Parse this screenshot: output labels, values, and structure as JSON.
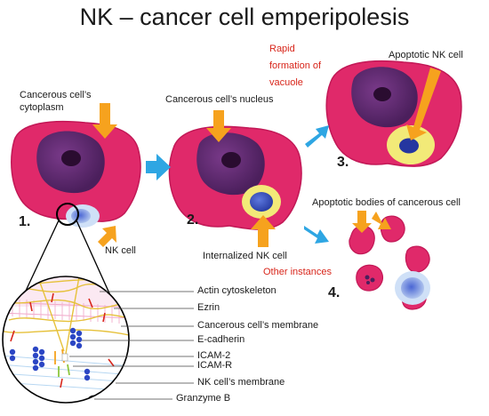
{
  "title": "NK – cancer cell emperipolesis",
  "labels": {
    "cytoplasm_line1": "Cancerous cell’s",
    "cytoplasm_line2": "cytoplasm",
    "nucleus": "Cancerous cell’s nucleus",
    "vacuole_line1": "Rapid",
    "vacuole_line2": "formation of",
    "vacuole_line3": "vacuole",
    "apoptotic_nk": "Apoptotic NK cell",
    "nk_cell": "NK cell",
    "internalized_nk": "Internalized NK cell",
    "apoptotic_bodies": "Apoptotic bodies of cancerous cell",
    "other_instances": "Other instances"
  },
  "steps": [
    "1.",
    "2.",
    "3.",
    "4."
  ],
  "legend": [
    "Actin cytoskeleton",
    "Ezrin",
    "Cancerous cell’s membrane",
    "E-cadherin",
    "ICAM-2",
    "ICAM-R",
    "NK cell’s membrane",
    "Granzyme B"
  ],
  "colors": {
    "cancer_cell": "#e0296a",
    "nucleus": "#5e2a6e",
    "nk_cell": "#3b56c2",
    "vacuole": "#f2ea78",
    "arrow_orange": "#f6a21e",
    "arrow_blue": "#2ea6e3",
    "red_text": "#d8261b"
  }
}
